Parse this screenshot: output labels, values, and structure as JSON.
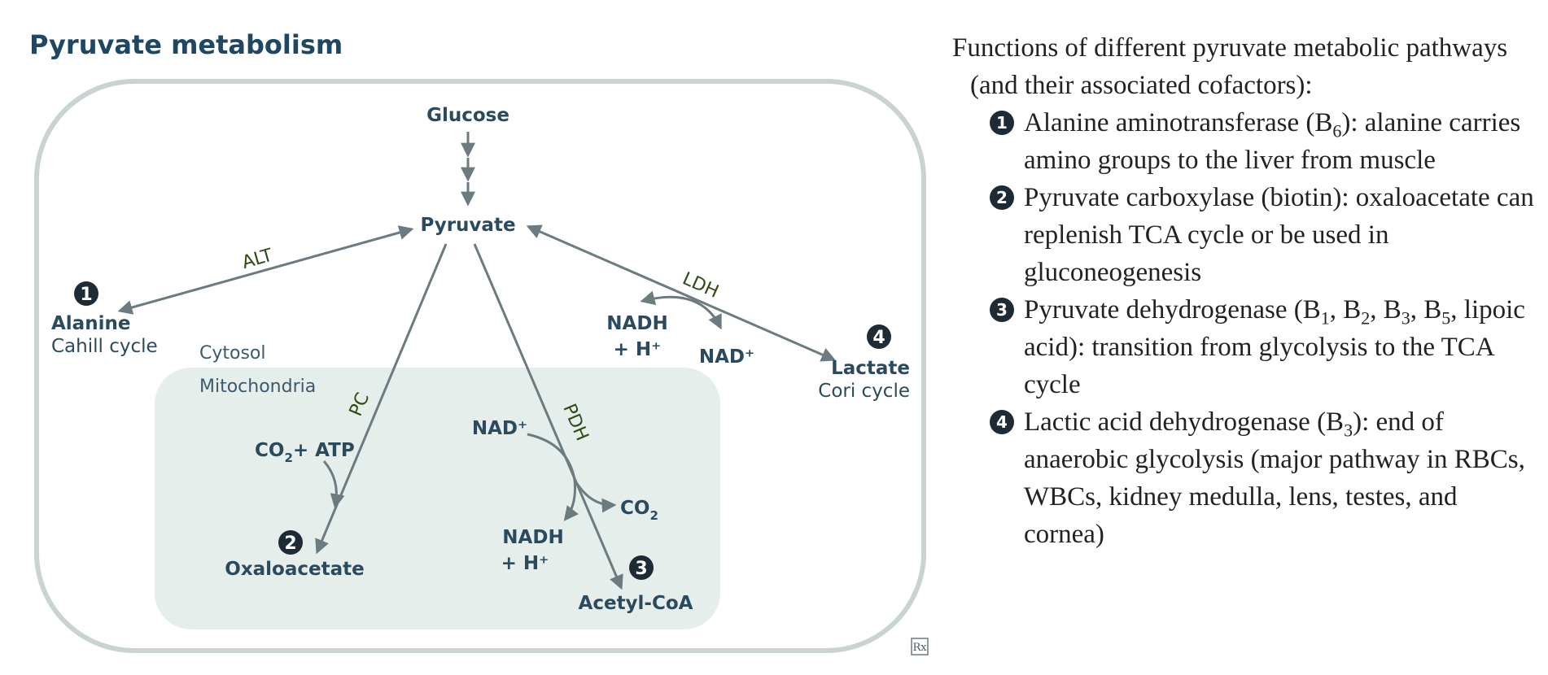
{
  "title": "Pyruvate metabolism",
  "diagram": {
    "nodes": {
      "glucose": "Glucose",
      "pyruvate": "Pyruvate",
      "alanine": "Alanine",
      "alanine_sub": "Cahill cycle",
      "lactate": "Lactate",
      "lactate_sub": "Cori cycle",
      "oxaloacetate": "Oxaloacetate",
      "acetyl_coa": "Acetyl-CoA"
    },
    "regions": {
      "cytosol": "Cytosol",
      "mitochondria": "Mitochondria"
    },
    "enzymes": {
      "alt": "ALT",
      "ldh": "LDH",
      "pc": "PC",
      "pdh": "PDH"
    },
    "cofactors": {
      "ldh_nadh_line1": "NADH",
      "ldh_nadh_line2": "+ H⁺",
      "ldh_nad": "NAD⁺",
      "pc_co2": "CO",
      "pc_co2_sub": "2",
      "pc_atp": "+ ATP",
      "pdh_nad": "NAD⁺",
      "pdh_co2": "CO",
      "pdh_co2_sub": "2",
      "pdh_nadh_line1": "NADH",
      "pdh_nadh_line2": "+ H⁺"
    },
    "markers": [
      "1",
      "2",
      "3",
      "4"
    ],
    "logo": "Rx"
  },
  "legend": {
    "title": "Functions of different pyruvate metabolic pathways (and their associated cofactors):",
    "items": [
      {
        "num": "1",
        "pre": "Alanine aminotransferase (B",
        "s1": "6",
        "post": "): alanine carries amino groups to the liver from muscle"
      },
      {
        "num": "2",
        "text": "Pyruvate carboxylase (biotin): oxaloacetate can replenish TCA cycle or be used in gluconeogenesis"
      },
      {
        "num": "3",
        "pre": "Pyruvate dehydrogenase (B",
        "s1": "1",
        "m1": ", B",
        "s2": "2",
        "m2": ", B",
        "s3": "3",
        "m3": ", B",
        "s4": "5",
        "post": ", lipoic acid): transition from glycolysis to the TCA cycle"
      },
      {
        "num": "4",
        "pre": "Lactic acid dehydrogenase (B",
        "s1": "3",
        "post": "): end of anaerobic glycolysis (major pathway in RBCs, WBCs, kidney medulla, lens, testes, and cornea)"
      }
    ]
  },
  "colors": {
    "title": "#1d4763",
    "text": "#2a4a5e",
    "enzyme": "#2f4a12",
    "frame": "#c9d3d2",
    "mitochondria_fill": "#e6eeec",
    "arrow": "#6b7b80",
    "marker": "#1e2b35"
  }
}
